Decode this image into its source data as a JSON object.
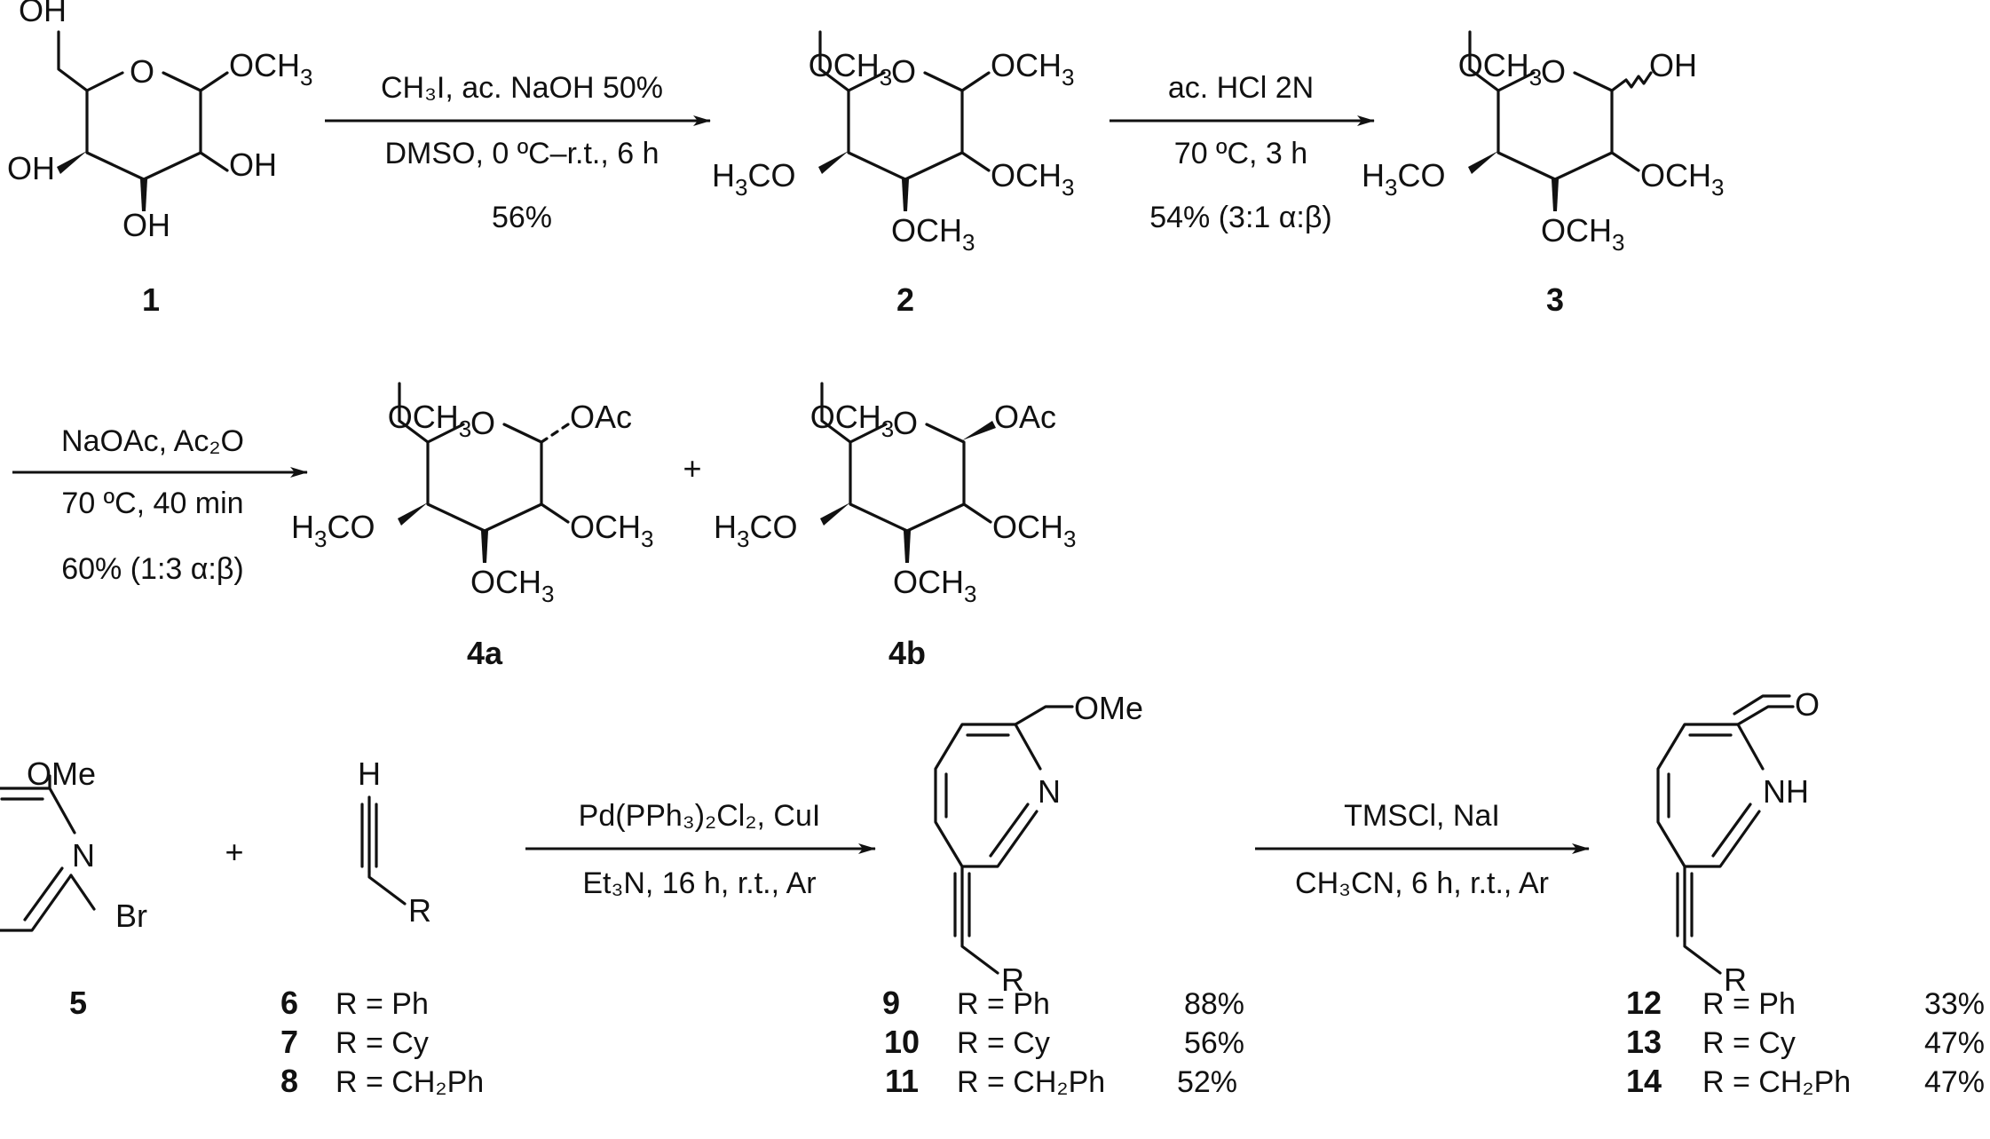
{
  "labels": {
    "OH": "OH",
    "OCH": "OCH",
    "H3C": "H",
    "H3C_tail": "CO",
    "sub3": "3",
    "sub2": "2",
    "O": "O",
    "OAc": "OAc",
    "OMe": "OMe",
    "N": "N",
    "NH": "NH",
    "Br": "Br",
    "H": "H",
    "R": "R",
    "plus": "+",
    "tilde": "~"
  },
  "steps": {
    "s1": {
      "line1": "CH₃I, ac. NaOH 50%",
      "line2": "DMSO, 0 ºC–r.t., 6 h",
      "line3": "56%"
    },
    "s2": {
      "line1": "ac. HCl 2N",
      "line2": "70 ºC, 3 h",
      "line3": "54% (3:1 α:β)"
    },
    "s3": {
      "line1": "NaOAc, Ac₂O",
      "line2": "70 ºC, 40 min",
      "line3": "60% (1:3 α:β)"
    },
    "s4": {
      "line1": "Pd(PPh₃)₂Cl₂, CuI",
      "line2": "Et₃N, 16 h, r.t., Ar"
    },
    "s5": {
      "line1": "TMSCl, NaI",
      "line2": "CH₃CN, 6 h, r.t., Ar"
    }
  },
  "compounds": {
    "c1": "1",
    "c2": "2",
    "c3": "3",
    "c4a": "4a",
    "c4b": "4b",
    "c5": "5"
  },
  "alkynes": [
    {
      "num": "6",
      "r": "R = Ph"
    },
    {
      "num": "7",
      "r": "R = Cy"
    },
    {
      "num": "8",
      "r": "R = CH₂Ph"
    }
  ],
  "methoxy_products": [
    {
      "num": "9",
      "r": "R = Ph",
      "yield": "88%"
    },
    {
      "num": "10",
      "r": "R = Cy",
      "yield": "56%"
    },
    {
      "num": "11",
      "r": "R = CH₂Ph",
      "yield": "52%"
    }
  ],
  "pyridone_products": [
    {
      "num": "12",
      "r": "R = Ph",
      "yield": "33%"
    },
    {
      "num": "13",
      "r": "R = Cy",
      "yield": "47%"
    },
    {
      "num": "14",
      "r": "R = CH₂Ph",
      "yield": "47%"
    }
  ]
}
